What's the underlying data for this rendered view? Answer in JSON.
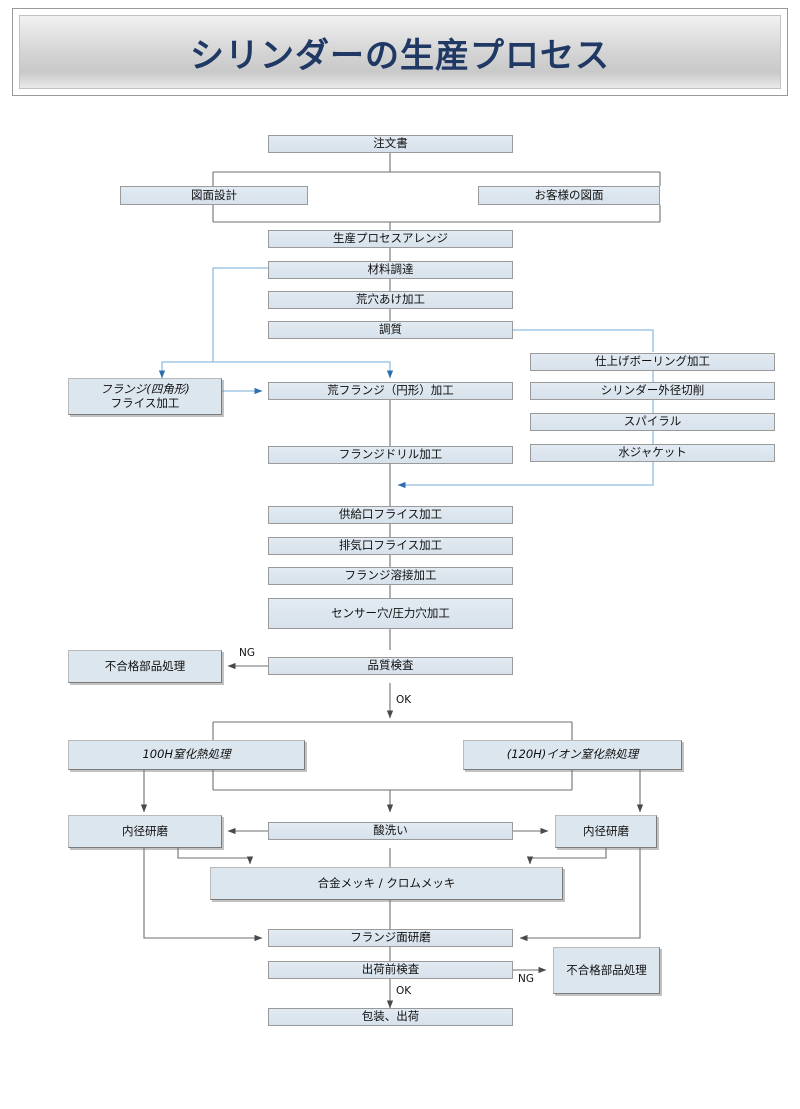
{
  "title": {
    "text": "シリンダーの生産プロセス"
  },
  "colors": {
    "node_fill": "#dce6ef",
    "node_border": "#8a8a8a",
    "title_text": "#1f3864",
    "wire_gray": "#6e6e6e",
    "wire_blue": "#8fbde0"
  },
  "nodes": {
    "order": {
      "label": "注文書"
    },
    "drawing_design": {
      "label": "図面設計"
    },
    "customer_drawing": {
      "label": "お客様の図面"
    },
    "process_arrange": {
      "label": "生産プロセスアレンジ"
    },
    "material": {
      "label": "材料調達"
    },
    "rough_hole": {
      "label": "荒穴あけ加工"
    },
    "temper": {
      "label": "調質"
    },
    "finish_boring": {
      "label": "仕上げボーリング加工"
    },
    "cyl_od_cut": {
      "label": "シリンダー外径切削"
    },
    "spiral": {
      "label": "スパイラル"
    },
    "water_jacket": {
      "label": "水ジャケット"
    },
    "flange_square": {
      "line1": "フランジ(四角形)",
      "line2": "フライス加工"
    },
    "rough_flange": {
      "label": "荒フランジ（円形）加工"
    },
    "flange_drill": {
      "label": "フランジドリル加工"
    },
    "supply_mill": {
      "label": "供給口フライス加工"
    },
    "exhaust_mill": {
      "label": "排気口フライス加工"
    },
    "flange_weld": {
      "label": "フランジ溶接加工"
    },
    "sensor_hole": {
      "label": "センサー穴/圧力穴加工"
    },
    "quality_check": {
      "label": "品質検査"
    },
    "reject_top": {
      "label": "不合格部品処理"
    },
    "nitride_100h": {
      "label": "100H窒化熱処理"
    },
    "ion_nitride_120h": {
      "label": "(120H)イオン窒化熱処理"
    },
    "bore_grind_left": {
      "label": "内径研磨"
    },
    "acid_wash": {
      "label": "酸洗い"
    },
    "bore_grind_right": {
      "label": "内径研磨"
    },
    "plating": {
      "label": "合金メッキ / クロムメッキ"
    },
    "flange_face_grind": {
      "label": "フランジ面研磨"
    },
    "pre_ship_check": {
      "label": "出荷前検査"
    },
    "reject_bottom": {
      "label": "不合格部品処理"
    },
    "packing_ship": {
      "label": "包装、出荷"
    }
  },
  "edge_labels": {
    "ng_top": "NG",
    "ok_top": "OK",
    "ng_bottom": "NG",
    "ok_bottom": "OK"
  },
  "chart_data": {
    "type": "flowchart",
    "title": "シリンダーの生産プロセス",
    "orientation": "top-to-bottom",
    "steps": [
      "注文書",
      "図面設計",
      "お客様の図面",
      "生産プロセスアレンジ",
      "材料調達",
      "荒穴あけ加工",
      "調質",
      "仕上げボーリング加工",
      "シリンダー外径切削",
      "スパイラル",
      "水ジャケット",
      "フランジ(四角形)フライス加工",
      "荒フランジ（円形）加工",
      "フランジドリル加工",
      "供給口フライス加工",
      "排気口フライス加工",
      "フランジ溶接加工",
      "センサー穴/圧力穴加工",
      "品質検査",
      "不合格部品処理",
      "100H窒化熱処理",
      "(120H)イオン窒化熱処理",
      "内径研磨",
      "酸洗い",
      "内径研磨",
      "合金メッキ / クロムメッキ",
      "フランジ面研磨",
      "出荷前検査",
      "不合格部品処理",
      "包装、出荷"
    ],
    "edges": [
      {
        "from": "注文書",
        "to": "図面設計"
      },
      {
        "from": "注文書",
        "to": "お客様の図面"
      },
      {
        "from": "図面設計",
        "to": "生産プロセスアレンジ"
      },
      {
        "from": "お客様の図面",
        "to": "生産プロセスアレンジ"
      },
      {
        "from": "生産プロセスアレンジ",
        "to": "材料調達"
      },
      {
        "from": "材料調達",
        "to": "荒穴あけ加工"
      },
      {
        "from": "荒穴あけ加工",
        "to": "調質"
      },
      {
        "from": "材料調達",
        "to": "フランジ(四角形)フライス加工"
      },
      {
        "from": "材料調達",
        "to": "荒フランジ（円形）加工"
      },
      {
        "from": "フランジ(四角形)フライス加工",
        "to": "荒フランジ（円形）加工"
      },
      {
        "from": "調質",
        "to": "仕上げボーリング加工"
      },
      {
        "from": "仕上げボーリング加工",
        "to": "シリンダー外径切削"
      },
      {
        "from": "シリンダー外径切削",
        "to": "スパイラル"
      },
      {
        "from": "スパイラル",
        "to": "水ジャケット"
      },
      {
        "from": "水ジャケット",
        "to": "供給口フライス加工"
      },
      {
        "from": "荒フランジ（円形）加工",
        "to": "フランジドリル加工"
      },
      {
        "from": "フランジドリル加工",
        "to": "供給口フライス加工"
      },
      {
        "from": "供給口フライス加工",
        "to": "排気口フライス加工"
      },
      {
        "from": "排気口フライス加工",
        "to": "フランジ溶接加工"
      },
      {
        "from": "フランジ溶接加工",
        "to": "センサー穴/圧力穴加工"
      },
      {
        "from": "センサー穴/圧力穴加工",
        "to": "品質検査"
      },
      {
        "from": "品質検査",
        "to": "不合格部品処理",
        "label": "NG"
      },
      {
        "from": "品質検査",
        "to": "100H窒化熱処理",
        "label": "OK"
      },
      {
        "from": "品質検査",
        "to": "(120H)イオン窒化熱処理",
        "label": "OK"
      },
      {
        "from": "100H窒化熱処理",
        "to": "内径研磨"
      },
      {
        "from": "(120H)イオン窒化熱処理",
        "to": "内径研磨"
      },
      {
        "from": "酸洗い",
        "to": "内径研磨"
      },
      {
        "from": "内径研磨",
        "to": "合金メッキ / クロムメッキ"
      },
      {
        "from": "合金メッキ / クロムメッキ",
        "to": "フランジ面研磨"
      },
      {
        "from": "内径研磨",
        "to": "フランジ面研磨"
      },
      {
        "from": "フランジ面研磨",
        "to": "出荷前検査"
      },
      {
        "from": "出荷前検査",
        "to": "不合格部品処理",
        "label": "NG"
      },
      {
        "from": "出荷前検査",
        "to": "包装、出荷",
        "label": "OK"
      }
    ]
  }
}
